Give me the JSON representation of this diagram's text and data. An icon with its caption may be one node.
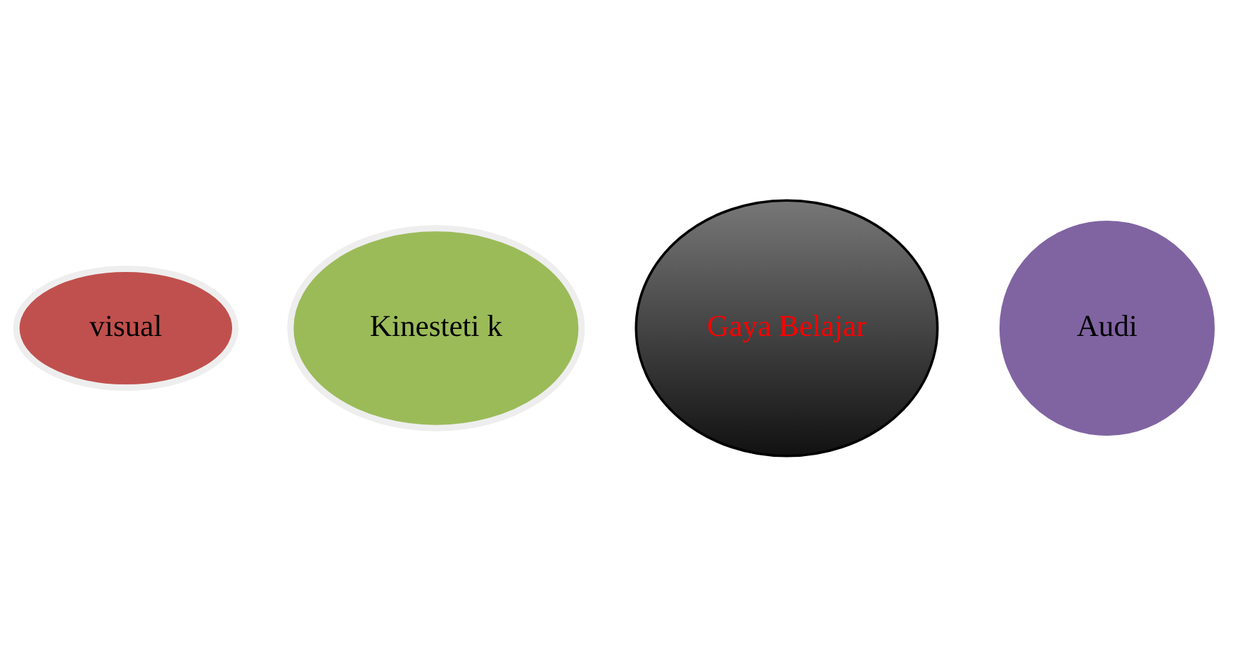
{
  "diagram": {
    "nodes": [
      {
        "text": [
          "visual"
        ]
      },
      {
        "text": [
          "Kinesteti k"
        ]
      },
      {
        "text": [
          "Gaya Belajar"
        ]
      },
      {
        "text": [
          "Audi"
        ]
      }
    ]
  }
}
